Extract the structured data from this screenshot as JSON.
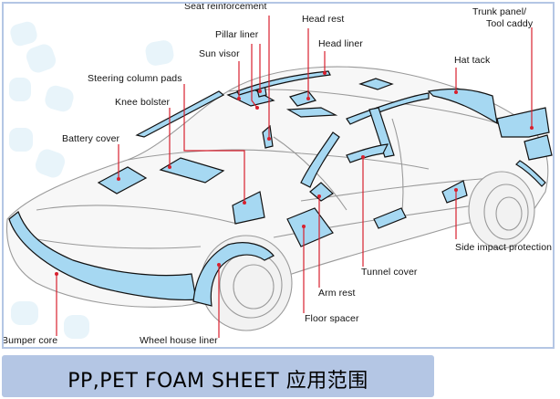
{
  "caption": "PP,PET FOAM SHEET   应用范围",
  "colors": {
    "part_fill": "#a6d8f2",
    "leader": "#d8202e",
    "frame": "#b4c6e4",
    "car_outline": "#9a9a9a"
  },
  "labels": {
    "seat_reinforcement": "Seat reinforcement",
    "head_rest": "Head rest",
    "trunk_panel_1": "Trunk panel/",
    "trunk_panel_2": "Tool caddy",
    "pillar_liner": "Pillar liner",
    "head_liner": "Head liner",
    "sun_visor": "Sun visor",
    "hat_tack": "Hat tack",
    "steering_column_pads": "Steering column pads",
    "knee_bolster": "Knee bolster",
    "battery_cover": "Battery cover",
    "side_impact_protection": "Side impact protection",
    "tunnel_cover": "Tunnel cover",
    "arm_rest": "Arm rest",
    "floor_spacer": "Floor spacer",
    "bumper_core": "Bumper core",
    "wheel_house_liner": "Wheel house liner"
  }
}
